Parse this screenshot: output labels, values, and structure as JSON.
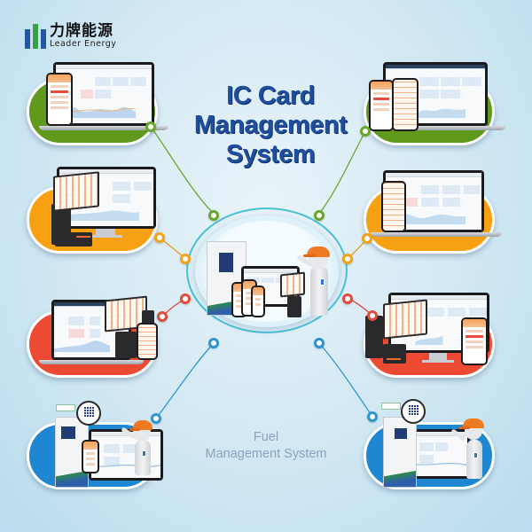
{
  "brand": {
    "name_cn": "力牌能源",
    "name_en": "Leader Energy",
    "logo_colors": [
      "#2456a6",
      "#3aa046",
      "#2456a6"
    ]
  },
  "header": {
    "title_line1": "IC Card",
    "title_line2": "Management",
    "title_line3": "System"
  },
  "footer": {
    "subtitle_line1": "Fuel",
    "subtitle_line2": "Management System"
  },
  "colors": {
    "green": "#5f9a1c",
    "orange": "#f7a012",
    "red": "#ec4a33",
    "blue": "#1f86d2",
    "hub_ring": "#49c0d6",
    "title": "#1d4f9e"
  },
  "panels": [
    {
      "id": "left-1",
      "color": "green",
      "devices": [
        "laptop",
        "phone"
      ],
      "description": "Laptop dashboard with mobile app"
    },
    {
      "id": "left-2",
      "color": "orange",
      "devices": [
        "monitor",
        "pos-terminal"
      ],
      "description": "POS terminal with desktop monitor"
    },
    {
      "id": "left-3",
      "color": "red",
      "devices": [
        "laptop",
        "pos-terminal",
        "handheld"
      ],
      "description": "Laptop with POS and handheld terminal"
    },
    {
      "id": "left-4",
      "color": "blue",
      "devices": [
        "fuel-dispenser",
        "laptop",
        "phone",
        "mascot"
      ],
      "description": "Fuel dispenser with QR payment"
    },
    {
      "id": "right-1",
      "color": "green",
      "devices": [
        "laptop",
        "phone",
        "handheld"
      ],
      "description": "Laptop dashboard with phones"
    },
    {
      "id": "right-2",
      "color": "orange",
      "devices": [
        "laptop",
        "handheld"
      ],
      "description": "Laptop with handheld terminal"
    },
    {
      "id": "right-3",
      "color": "red",
      "devices": [
        "monitor",
        "pos-terminal",
        "phone"
      ],
      "description": "POS, monitor and phone"
    },
    {
      "id": "right-4",
      "color": "blue",
      "devices": [
        "fuel-dispenser",
        "laptop",
        "mascot"
      ],
      "description": "Fuel dispenser with QR payment"
    }
  ],
  "hub": {
    "description": "Central system: fuel dispenser, tablet, phones, POS and mascot"
  }
}
